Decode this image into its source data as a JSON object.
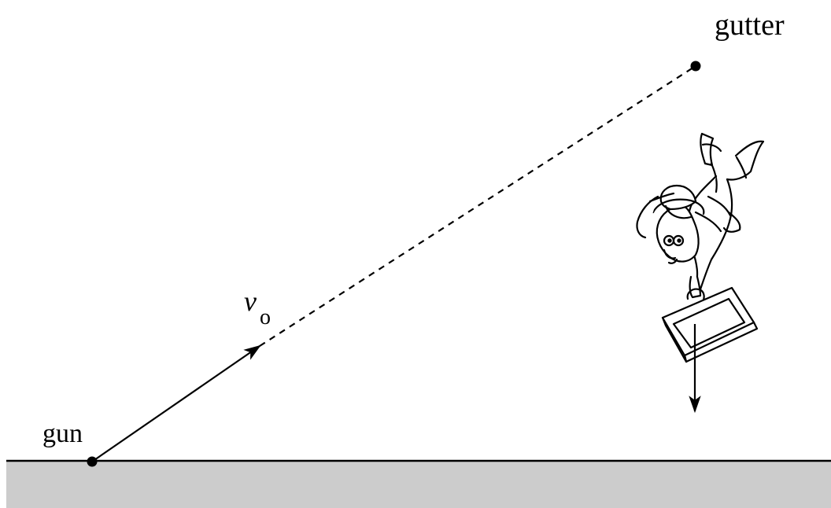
{
  "labels": {
    "gun": "gun",
    "gutter": "gutter",
    "velocity_symbol": "v",
    "velocity_subscript": "o"
  },
  "colors": {
    "ground": "#cccccc",
    "ink": "#000000",
    "background": "#ffffff"
  }
}
